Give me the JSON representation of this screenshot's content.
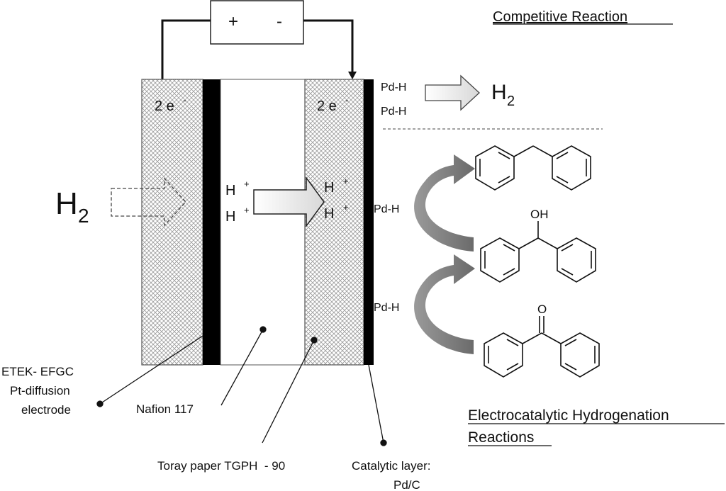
{
  "battery": {
    "plus": "+",
    "minus": "-"
  },
  "titles": {
    "competitive": "Competitive Reaction",
    "electrocatalytic_line1": "Electrocatalytic Hydrogenation",
    "electrocatalytic_line2": "Reactions"
  },
  "cell": {
    "anode_electrons": "2 e",
    "anode_electrons_sup": "-",
    "cathode_electrons": "2 e",
    "cathode_electrons_sup": "-",
    "h2_feed": "H",
    "h2_feed_sub": "2",
    "proton_left_1": "H",
    "proton_left_2": "H",
    "proton_right_1": "H",
    "proton_right_2": "H",
    "proton_sup": "+"
  },
  "competitive": {
    "pdh_top": "Pd-H",
    "pdh_bottom": "Pd-H",
    "product": "H",
    "product_sub": "2"
  },
  "hydrogenation": {
    "pdh_upper": "Pd-H",
    "pdh_lower": "Pd-H",
    "oh_label": "OH",
    "o_label": "O"
  },
  "callouts": {
    "etek_1": "ETEK- EFGC",
    "etek_2": "Pt-diffusion",
    "etek_3": "electrode",
    "nafion": "Nafion 117",
    "toray": "Toray paper TGPH  - 90",
    "catalytic_1": "Catalytic layer:",
    "catalytic_2": "Pd/C"
  }
}
